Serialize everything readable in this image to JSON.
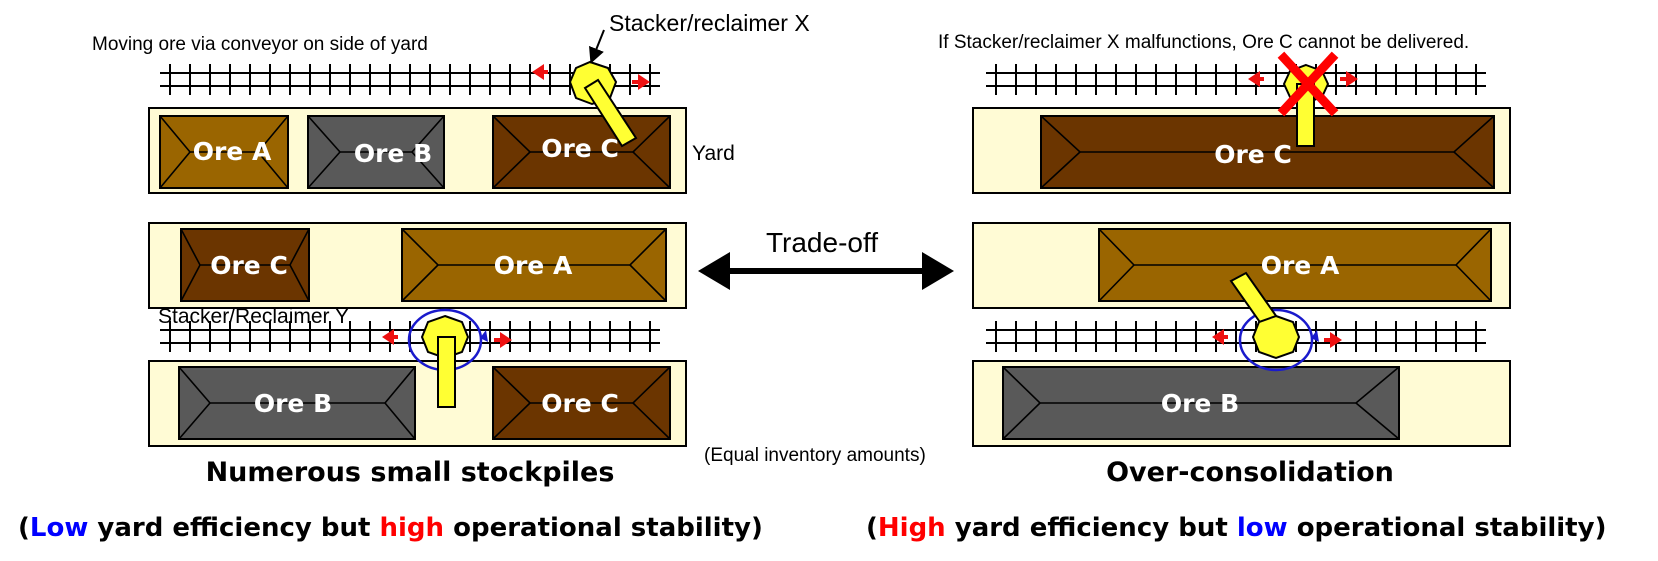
{
  "labels": {
    "conveyor_note": "Moving ore via conveyor on side of yard",
    "stacker_x": "Stacker/reclaimer X",
    "stacker_y": "Stacker/Reclaimer Y",
    "yard": "Yard",
    "malfunction_note": "If  Stacker/reclaimer X malfunctions, Ore C cannot be delivered.",
    "tradeoff": "Trade-off",
    "equal_inventory": "(Equal  inventory amounts)"
  },
  "left": {
    "title": "Numerous small stockpiles",
    "sub_open": "(",
    "sub_word1": "Low",
    "sub_mid": " yard efficiency but ",
    "sub_word2": "high",
    "sub_close": " operational stability)",
    "piles": {
      "top_a": "Ore A",
      "top_b": "Ore B",
      "top_c": "Ore C",
      "mid_c": "Ore C",
      "mid_a": "Ore A",
      "bot_b": "Ore B",
      "bot_c": "Ore C"
    }
  },
  "right": {
    "title": "Over-consolidation",
    "sub_open": "(",
    "sub_word1": "High",
    "sub_mid": " yard efficiency but ",
    "sub_word2": "low",
    "sub_close": " operational stability)",
    "piles": {
      "top_c": "Ore C",
      "mid_a": "Ore A",
      "bot_b": "Ore B"
    }
  },
  "colors": {
    "ore_a": "#9a6500",
    "ore_b": "#595959",
    "ore_c": "#6b3500",
    "yard_fill": "#fffbd5",
    "stacker": "#ffff33",
    "arrow": "#ee1111",
    "circle": "#1a1acc",
    "cross": "#ff0000",
    "emph_blue": "#0000ff",
    "emph_red": "#ff0000"
  }
}
